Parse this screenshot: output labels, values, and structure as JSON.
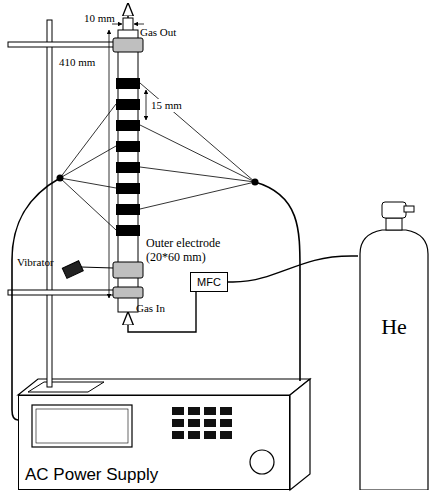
{
  "diagram": {
    "nodes": [
      {
        "text": [
          "MFC"
        ]
      },
      {
        "text": [
          "He"
        ]
      },
      {
        "text": [
          "AC Power Supply"
        ]
      }
    ],
    "edges": [
      {
        "from": 1,
        "to": 0,
        "arrow": "none"
      }
    ],
    "labels": [
      "10 mm",
      "Gas Out",
      "410 mm",
      "15 mm",
      "Outer electrode (20*60 mm)",
      "Vibrator",
      "Gas In"
    ]
  }
}
